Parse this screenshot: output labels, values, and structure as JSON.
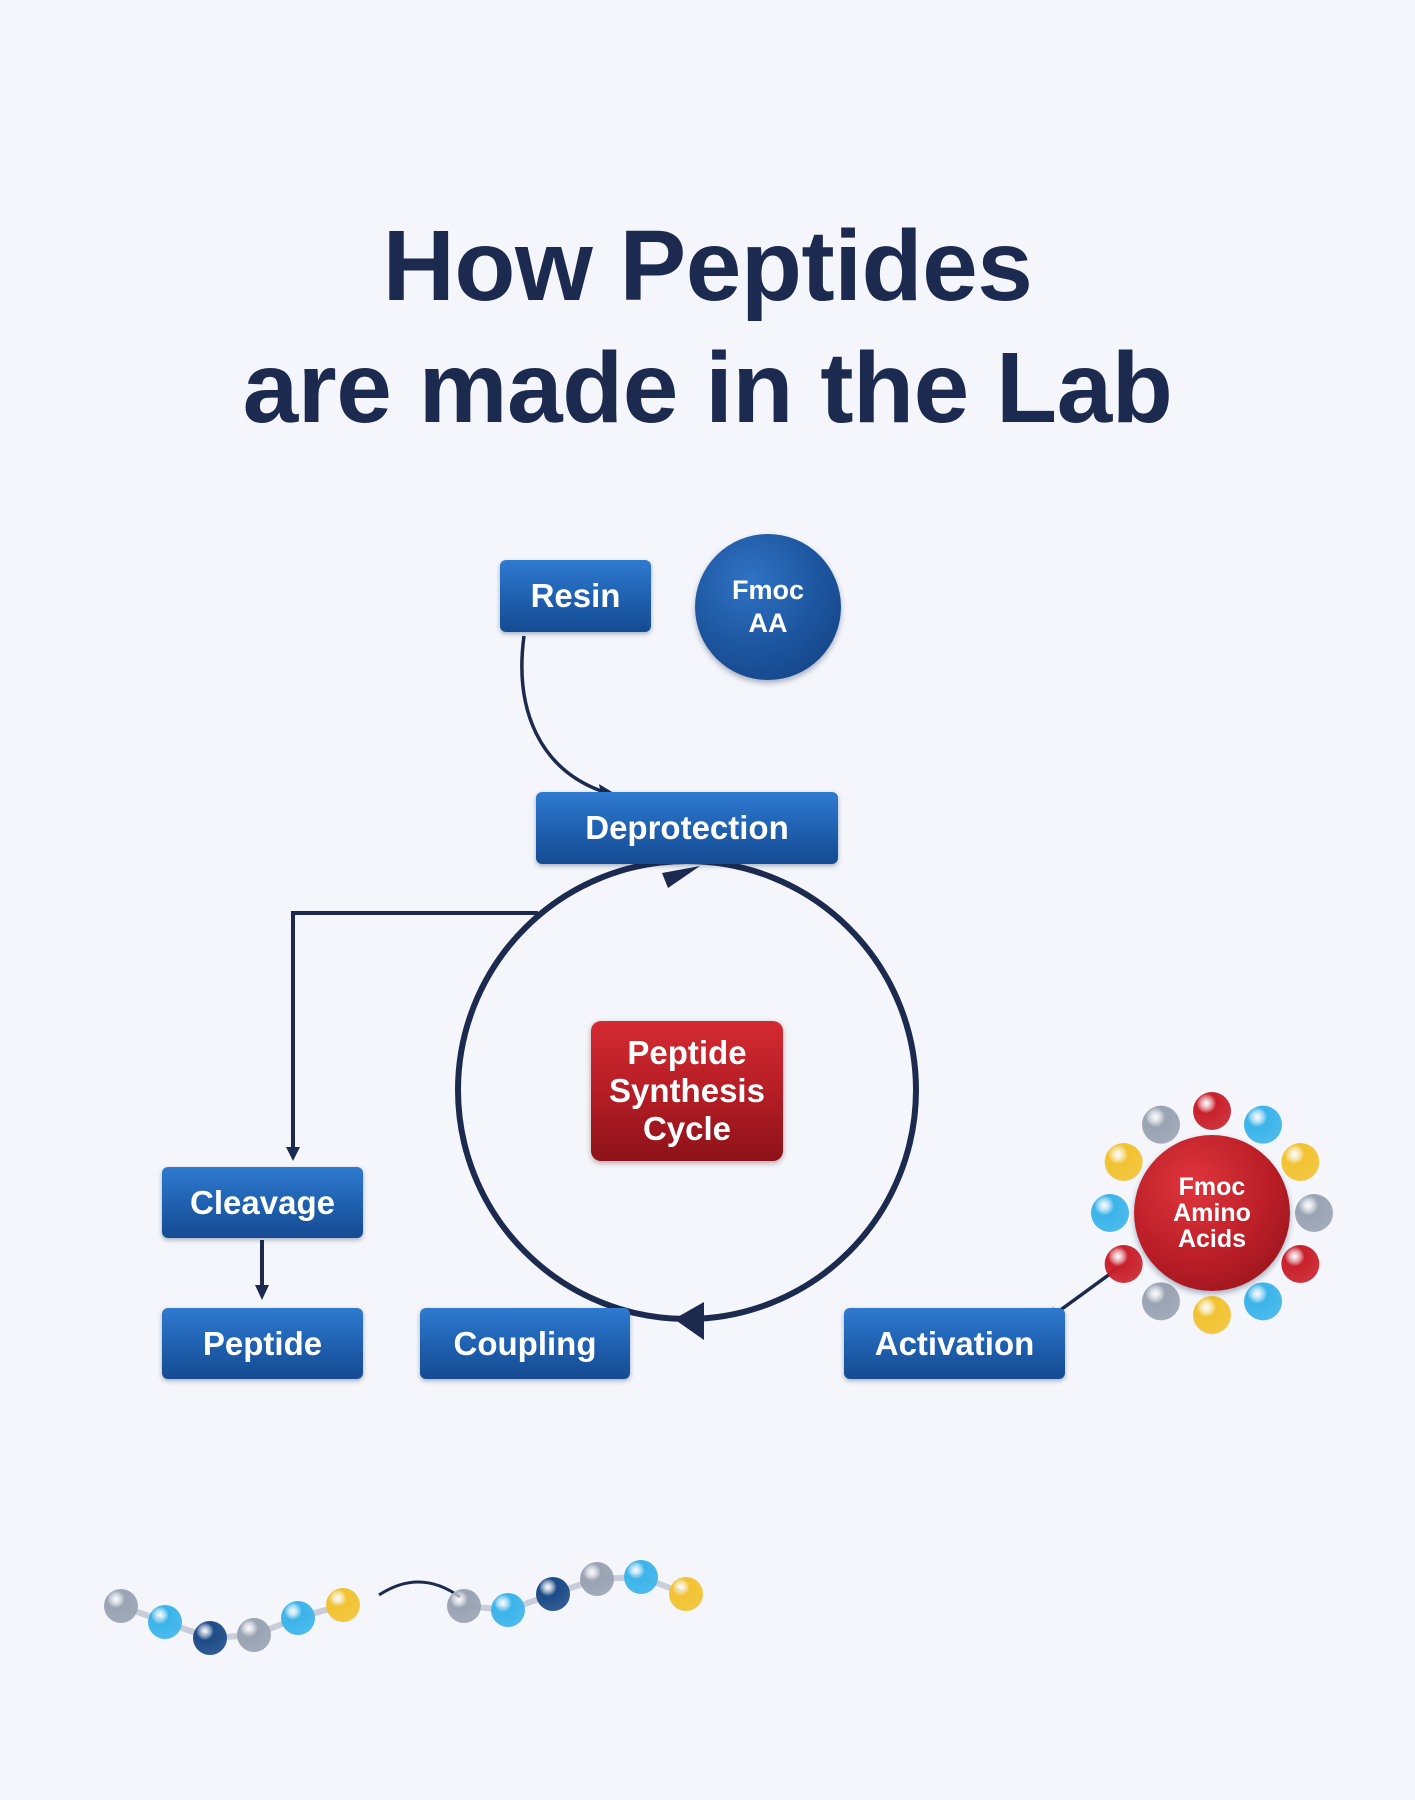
{
  "title": {
    "line1": "How Peptides",
    "line2": "are made in the Lab"
  },
  "nodes": {
    "resin": "Resin",
    "fmoc_aa": "Fmoc AA",
    "deprotection": "Deprotection",
    "cycle": "Peptide Synthesis Cycle",
    "cleavage": "Cleavage",
    "peptide": "Peptide",
    "coupling": "Coupling",
    "activation": "Activation",
    "fmoc_amino_acids": "Fmoc Amino Acids"
  },
  "colors": {
    "navy": "#1b2a4e",
    "box_blue": "#1e5fae",
    "cycle_red": "#b31c24",
    "bead_grey": "#9aa3b3",
    "bead_cyan": "#3bb4ea",
    "bead_navy": "#1d4b87",
    "bead_yellow": "#f2c230",
    "bead_red": "#c9202a"
  },
  "cluster_beads": [
    "red",
    "cyan",
    "yellow",
    "grey",
    "red",
    "cyan",
    "yellow",
    "grey",
    "red",
    "cyan",
    "yellow",
    "grey"
  ],
  "chain_left": [
    "grey",
    "cyan",
    "navy",
    "grey",
    "cyan",
    "yellow"
  ],
  "chain_right": [
    "grey",
    "cyan",
    "navy",
    "grey",
    "cyan",
    "yellow"
  ]
}
